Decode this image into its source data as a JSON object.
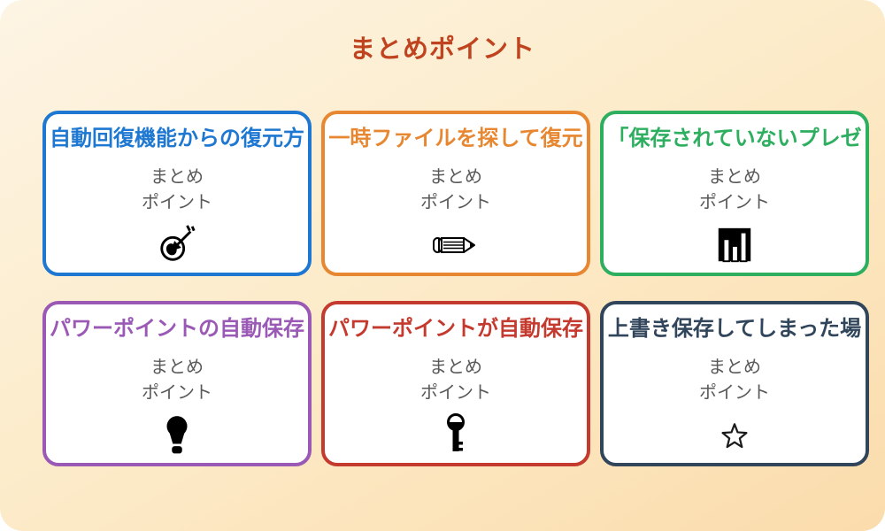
{
  "page_title": "まとめポイント",
  "colors": {
    "title": "#c0431f",
    "body_text": "#595959",
    "background_top": "#fdf4e4",
    "background_bottom": "#fbdcac",
    "card_background": "#ffffff"
  },
  "body_label_line1": "まとめ",
  "body_label_line2": "ポイント",
  "cards": [
    {
      "title": "自動回復機能からの復元方",
      "icon": "dart-target",
      "accent": "#1e78d2"
    },
    {
      "title": "一時ファイルを探して復元",
      "icon": "pencil",
      "accent": "#e78731"
    },
    {
      "title": "「保存されていないプレゼ",
      "icon": "bar-chart",
      "accent": "#2eaf60"
    },
    {
      "title": "パワーポイントの自動保存",
      "icon": "light-bulb",
      "accent": "#9b59b6"
    },
    {
      "title": "パワーポイントが自動保存",
      "icon": "key",
      "accent": "#c43a2e"
    },
    {
      "title": "上書き保存してしまった場",
      "icon": "star-outline",
      "accent": "#31455b"
    }
  ]
}
